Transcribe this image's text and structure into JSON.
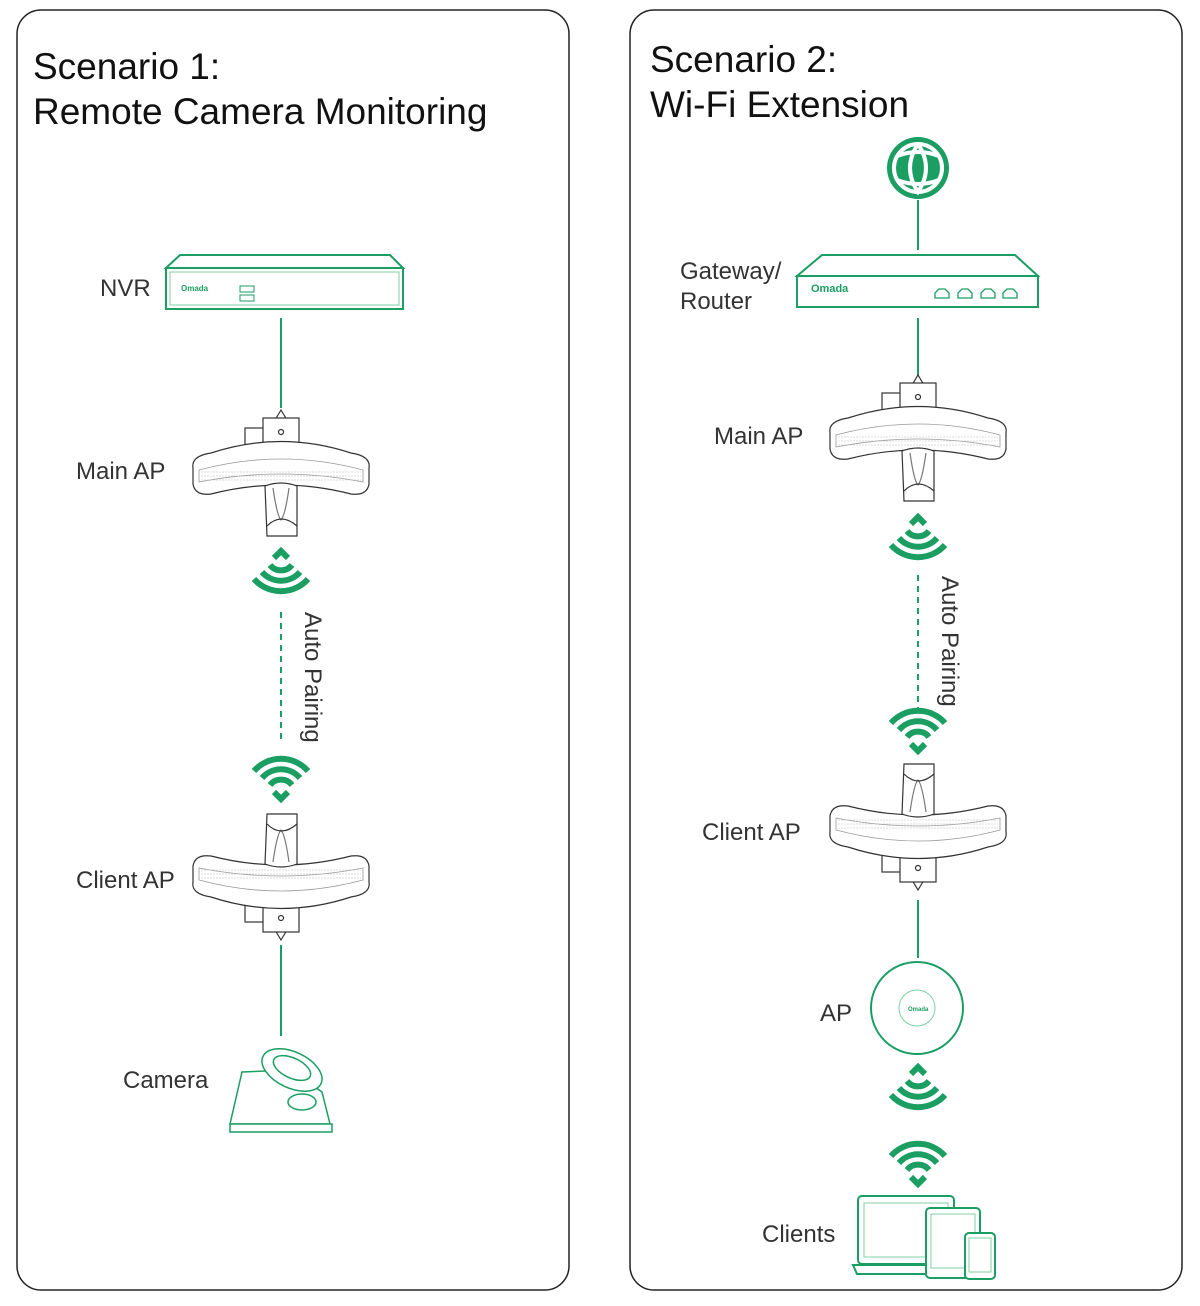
{
  "colors": {
    "accent": "#1a9e62",
    "light_accent": "#7fcfa6",
    "border": "#222222"
  },
  "scenario1": {
    "title_line1": "Scenario 1:",
    "title_line2": "Remote Camera Monitoring",
    "nvr_label": "NVR",
    "main_ap_label": "Main AP",
    "pairing_label": "Auto Pairing",
    "client_ap_label": "Client AP",
    "camera_label": "Camera",
    "nvr_brand": "Omada"
  },
  "scenario2": {
    "title_line1": "Scenario 2:",
    "title_line2": "Wi-Fi Extension",
    "router_label_line1": "Gateway/",
    "router_label_line2": "Router",
    "main_ap_label": "Main AP",
    "pairing_label": "Auto Pairing",
    "client_ap_label": "Client AP",
    "ap_label": "AP",
    "clients_label": "Clients",
    "router_brand": "Omada",
    "ap_brand": "Omada"
  },
  "icons": [
    "globe-icon",
    "wifi-signal-icon",
    "outdoor-ap-icon",
    "nvr-icon",
    "router-icon",
    "camera-icon",
    "ceiling-ap-icon",
    "laptop-icon",
    "tablet-icon",
    "phone-icon"
  ]
}
